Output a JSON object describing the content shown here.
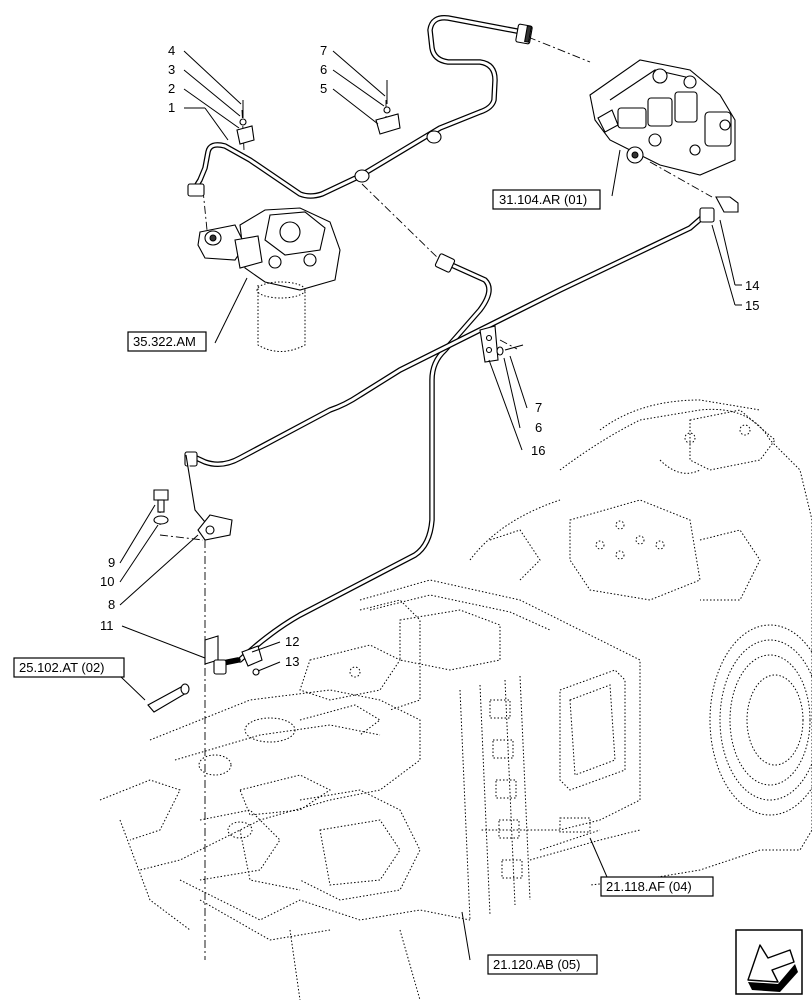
{
  "diagram": {
    "callouts": [
      {
        "id": "c4",
        "label": "4"
      },
      {
        "id": "c3",
        "label": "3"
      },
      {
        "id": "c2",
        "label": "2"
      },
      {
        "id": "c1",
        "label": "1"
      },
      {
        "id": "c7a",
        "label": "7"
      },
      {
        "id": "c6a",
        "label": "6"
      },
      {
        "id": "c5",
        "label": "5"
      },
      {
        "id": "c14",
        "label": "14"
      },
      {
        "id": "c15",
        "label": "15"
      },
      {
        "id": "c7b",
        "label": "7"
      },
      {
        "id": "c6b",
        "label": "6"
      },
      {
        "id": "c16",
        "label": "16"
      },
      {
        "id": "c9",
        "label": "9"
      },
      {
        "id": "c10",
        "label": "10"
      },
      {
        "id": "c8",
        "label": "8"
      },
      {
        "id": "c11",
        "label": "11"
      },
      {
        "id": "c12",
        "label": "12"
      },
      {
        "id": "c13",
        "label": "13"
      }
    ],
    "references": [
      {
        "id": "r1",
        "label": "31.104.AR (01)"
      },
      {
        "id": "r2",
        "label": "35.322.AM"
      },
      {
        "id": "r3",
        "label": "25.102.AT (02)"
      },
      {
        "id": "r4",
        "label": "21.118.AF (04)"
      },
      {
        "id": "r5",
        "label": "21.120.AB (05)"
      }
    ],
    "nav": {
      "icon": "next-page-arrow-icon"
    }
  }
}
